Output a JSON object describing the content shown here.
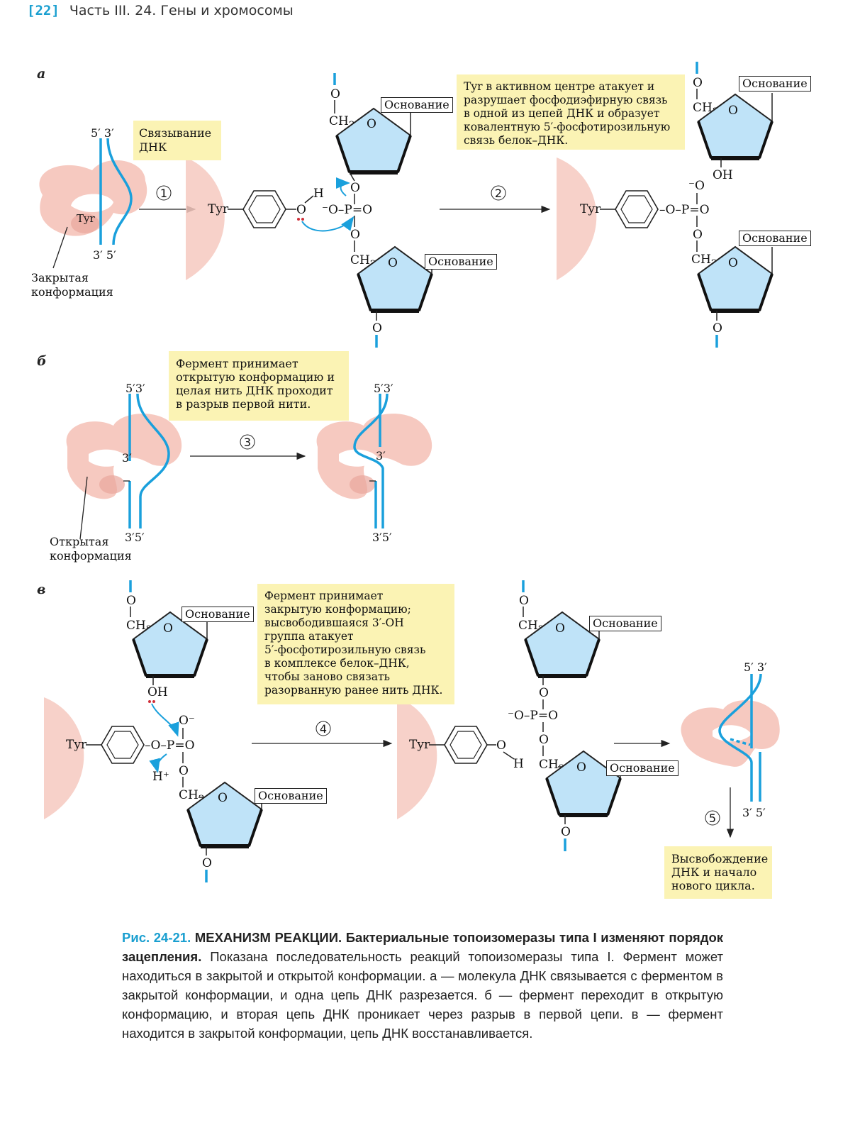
{
  "header": {
    "page_number": "[22]",
    "running_title": "Часть III. 24. Гены и хромосомы"
  },
  "panels": {
    "a": "а",
    "b": "б",
    "c": "в"
  },
  "notes": {
    "binding": "Связывание\nДНК",
    "tyr_attack": "Tyr в активном центре атакует и\nразрушает фосфодиэфирную связь\nв одной из цепей ДНК и образует\nковалентную 5′-фосфотирозильную\nсвязь белок–ДНК.",
    "open_conf": "Фермент принимает\nоткрытую конформацию и\nцелая нить ДНК проходит\nв разрыв первой нити.",
    "closed_conf": "Фермент принимает\nзакрытую конформацию;\nвысвободившаяся 3′-ОН\nгруппа атакует\n5′-фосфотирозильную связь\nв комплексе белок–ДНК,\nчтобы заново связать\nразорванную ранее нить ДНК.",
    "release": "Высвобождение\nДНК и начало\nнового цикла."
  },
  "labels": {
    "closed_conformation": "Закрытая\nконформация",
    "open_conformation": "Открытая\nконформация",
    "base": "Основание",
    "tyr": "Tyr",
    "end_53": "5′ 3′",
    "end_35": "3′ 5′",
    "end_53_tight": "5′3′",
    "end_35_tight": "3′5′",
    "end_3": "3′"
  },
  "steps": [
    "1",
    "2",
    "3",
    "4",
    "5"
  ],
  "colors": {
    "dna": "#1aa0dc",
    "ribose": "#bfe3f8",
    "enzyme": "#f6c9c0",
    "enzyme_dark": "#e9a79c",
    "note_bg": "#fbf3b4",
    "accent": "#1a9fd0",
    "lone_pair": "#d0303a"
  },
  "caption": {
    "figure_number": "Рис. 24-21.",
    "title": "МЕХАНИЗМ РЕАКЦИИ. Бактериальные топоизомеразы типа I изменяют порядок зацепления.",
    "body": "Показана последовательность реакций топоизомеразы типа I. Фермент может находиться в закрытой и открытой конформации. а — молекула ДНК связывается с ферментом в закрытой конформации, и одна цепь ДНК разрезается. б — фермент переходит в открытую конформацию, и вторая цепь ДНК проникает через разрыв в первой цепи. в — фермент находится в закрытой конформации, цепь ДНК восстанавливается."
  }
}
